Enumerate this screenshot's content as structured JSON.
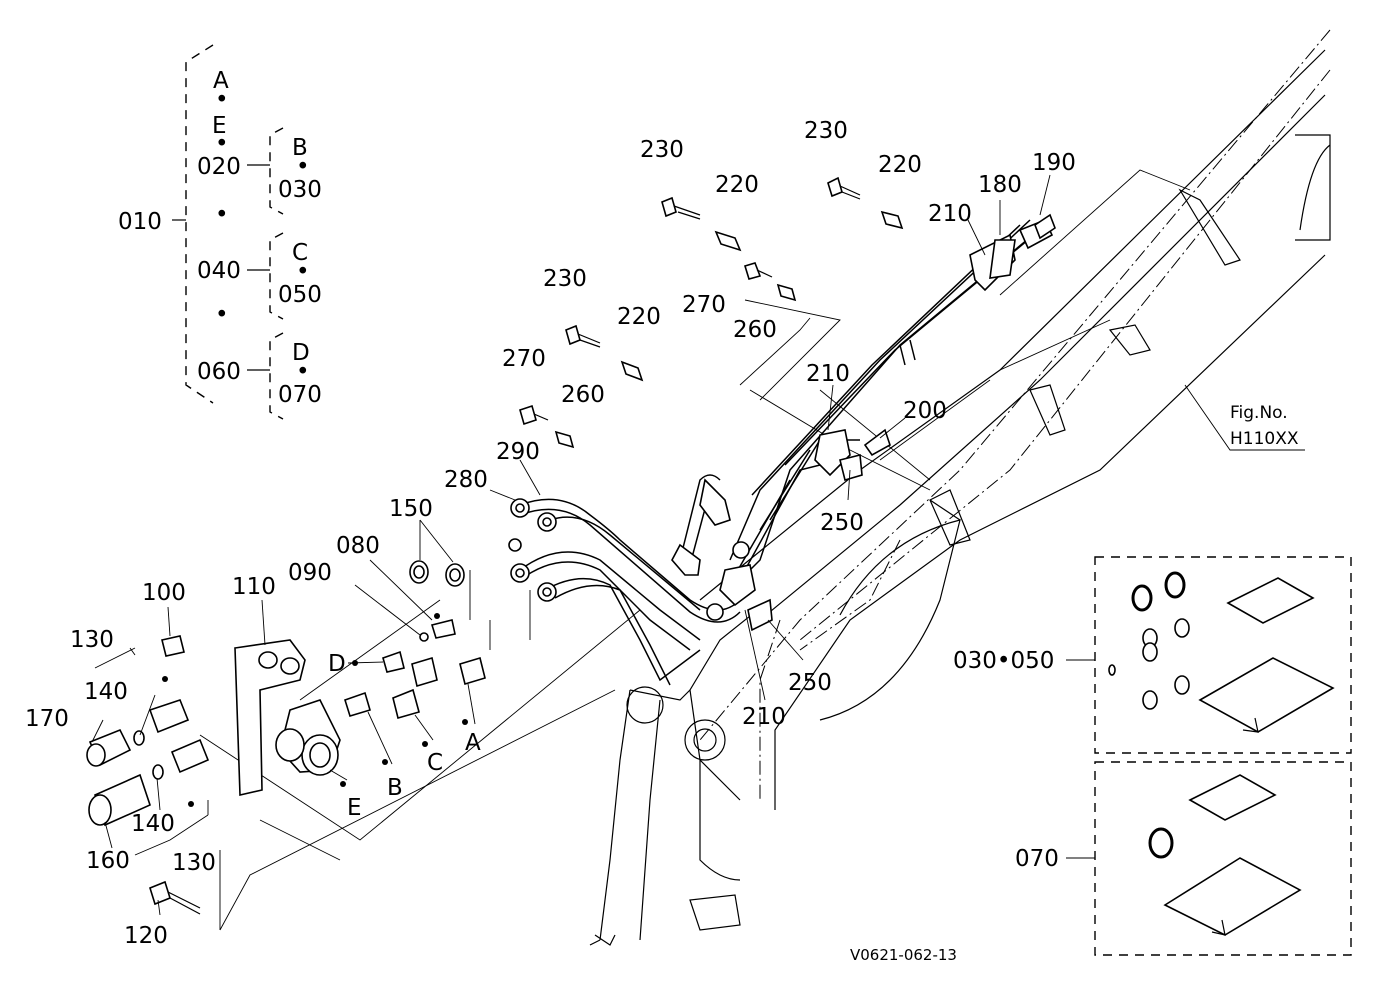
{
  "figure_ref": {
    "line1": "Fig.No.",
    "line2": "H110XX"
  },
  "drawing_code": "V0621-062-13",
  "tree": {
    "root": "010",
    "top": "A",
    "dot": "•",
    "e": "E",
    "n020": "020",
    "n030": "030",
    "b": "B",
    "n040": "040",
    "n050": "050",
    "c": "C",
    "n060": "060",
    "n070": "070",
    "d": "D"
  },
  "callouts": {
    "c230a": "230",
    "c220a": "220",
    "c230b": "230",
    "c220b": "220",
    "c190": "190",
    "c180": "180",
    "c210a": "210",
    "c270a": "270",
    "c260a": "260",
    "c230c": "230",
    "c220c": "220",
    "c270b": "270",
    "c260b": "260",
    "c210b": "210",
    "c200": "200",
    "c290": "290",
    "c280": "280",
    "c250a": "250",
    "c150": "150",
    "c080": "080",
    "c090": "090",
    "c110": "110",
    "c100": "100",
    "c130a": "130",
    "c140a": "140",
    "c170": "170",
    "c140b": "140",
    "c160": "160",
    "c130b": "130",
    "c120": "120",
    "lD": "D",
    "lA": "A",
    "lB": "B",
    "lC": "C",
    "lE": "E",
    "c250b": "250",
    "c210c": "210",
    "kit1": "030•050",
    "kit2": "070"
  }
}
